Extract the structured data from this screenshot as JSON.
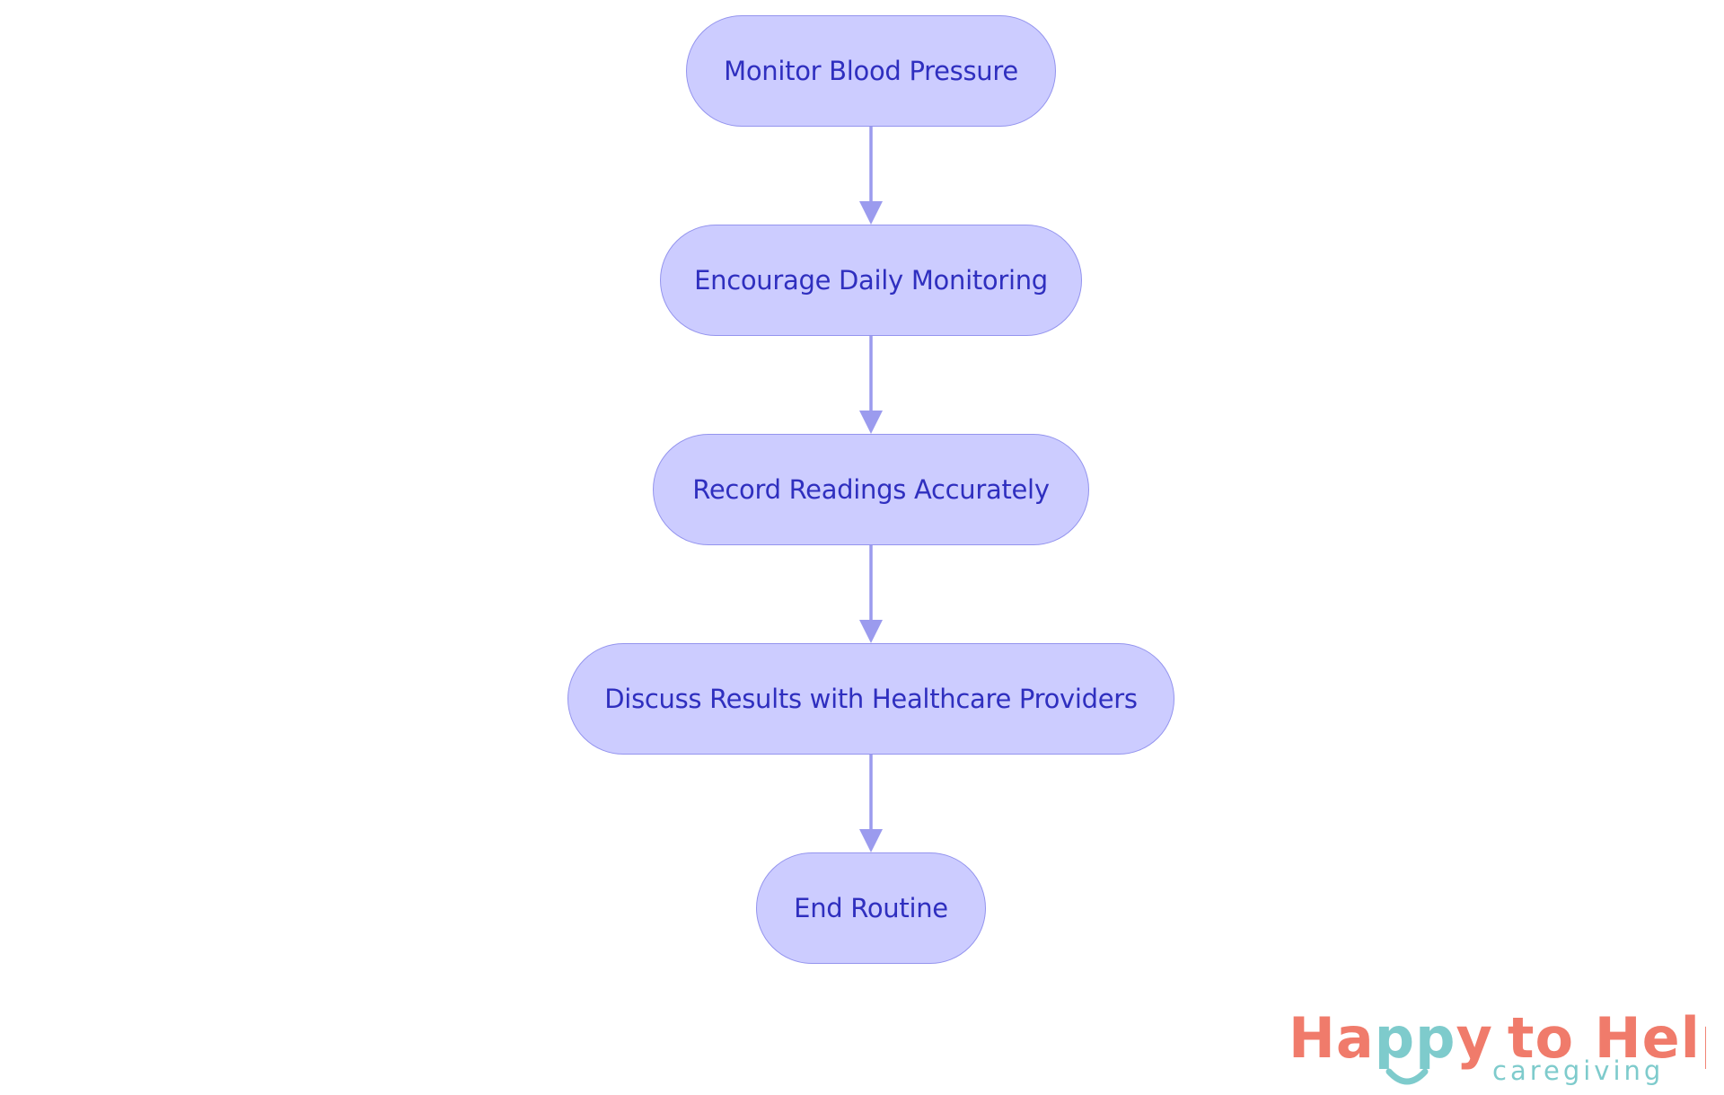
{
  "flowchart": {
    "nodes": [
      {
        "id": "n1",
        "label": "Monitor Blood Pressure"
      },
      {
        "id": "n2",
        "label": "Encourage Daily Monitoring"
      },
      {
        "id": "n3",
        "label": "Record Readings Accurately"
      },
      {
        "id": "n4",
        "label": "Discuss Results with Healthcare Providers"
      },
      {
        "id": "n5",
        "label": "End Routine"
      }
    ],
    "edges": [
      {
        "from": "n1",
        "to": "n2"
      },
      {
        "from": "n2",
        "to": "n3"
      },
      {
        "from": "n3",
        "to": "n4"
      },
      {
        "from": "n4",
        "to": "n5"
      }
    ],
    "colors": {
      "node_fill": "#ccccff",
      "node_stroke": "#9494ee",
      "node_text": "#2f2fbf",
      "edge": "#9b9bee"
    }
  },
  "logo": {
    "word_happy_prefix": "Ha",
    "word_happy_pp": "pp",
    "word_happy_suffix": "y",
    "word_to_help": "to Help",
    "tagline": "caregiving",
    "colors": {
      "coral": "#f07b6b",
      "teal": "#7ecbcc"
    }
  }
}
